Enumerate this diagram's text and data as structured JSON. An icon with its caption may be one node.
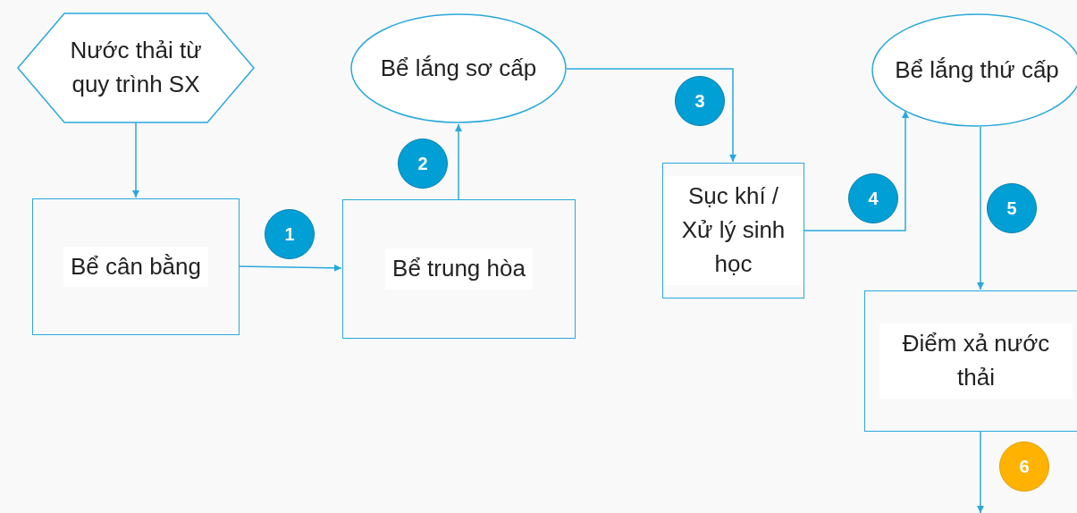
{
  "diagram": {
    "nodes": [
      {
        "text": [
          "Nước thải từ quy trình SX"
        ]
      },
      {
        "text": [
          "Bể cân bằng"
        ]
      },
      {
        "text": [
          "Bể trung hòa"
        ]
      },
      {
        "text": [
          "Bể lắng sơ cấp"
        ]
      },
      {
        "text": [
          "Sục khí / Xử lý sinh học"
        ]
      },
      {
        "text": [
          "Bể lắng thứ cấp"
        ]
      },
      {
        "text": [
          "Điểm xả nước thải"
        ]
      }
    ],
    "edges": [
      {
        "from": 0,
        "to": 1,
        "arrow": "to"
      },
      {
        "from": 1,
        "to": 2,
        "arrow": "to"
      },
      {
        "from": 2,
        "to": 3,
        "arrow": "to"
      },
      {
        "from": 3,
        "to": 4,
        "arrow": "to"
      },
      {
        "from": 4,
        "to": 5,
        "arrow": "to"
      },
      {
        "from": 5,
        "to": 6,
        "arrow": "to"
      },
      {
        "from": 6,
        "to": null,
        "arrow": "to"
      }
    ],
    "labels": [
      "1",
      "2",
      "3",
      "4",
      "5",
      "6"
    ]
  }
}
